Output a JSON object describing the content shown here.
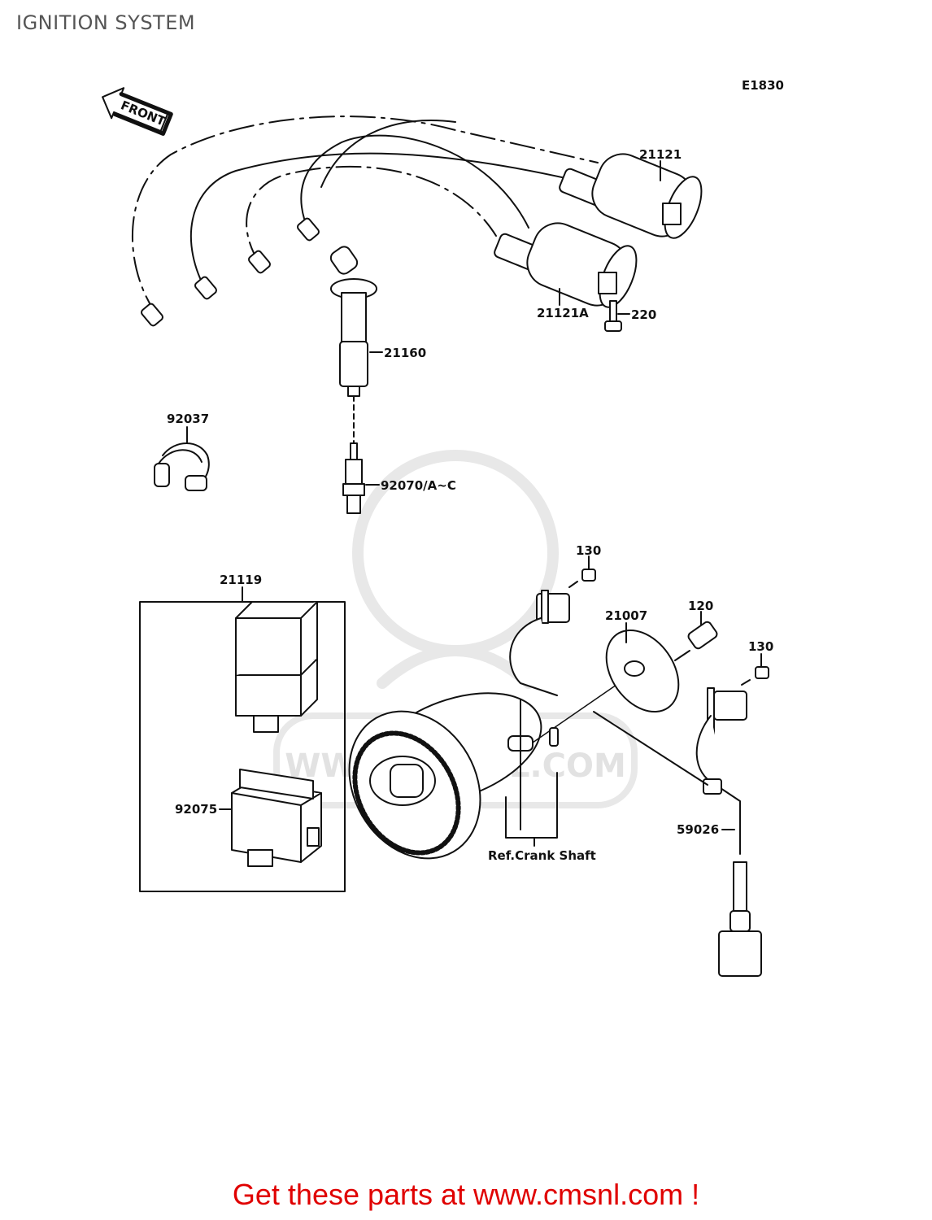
{
  "page_title": "IGNITION SYSTEM",
  "diagram_code": "E1830",
  "front_label": "FRONT",
  "watermark": "WWW.CMSNL.COM",
  "parts": {
    "coil_upper": "21121",
    "coil_lower": "21121A",
    "screw_220": "220",
    "cap": "21160",
    "clamp": "92037",
    "spark_plug": "92070/A~C",
    "igniter": "21119",
    "case": "92075",
    "bolt_130_a": "130",
    "rotor": "21007",
    "bolt_120": "120",
    "bolt_130_b": "130",
    "lead": "59026",
    "ref": "Ref.Crank Shaft"
  },
  "promo_text": "Get these parts at www.cmsnl.com !",
  "colors": {
    "line": "#111111",
    "promo": "#e00000",
    "watermark": "#e6e6e6"
  }
}
